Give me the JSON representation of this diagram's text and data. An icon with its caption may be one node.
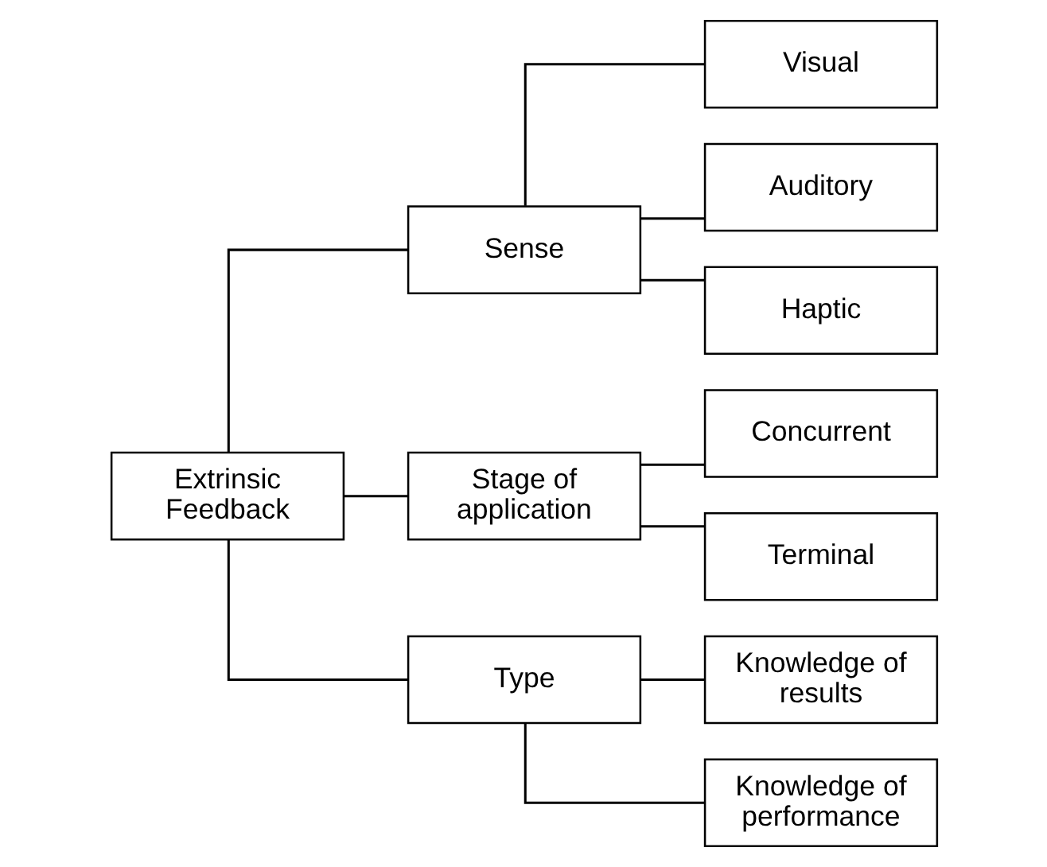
{
  "diagram": {
    "nodes": [
      {
        "text": [
          "Extrinsic Feedback"
        ]
      },
      {
        "text": [
          "Sense"
        ]
      },
      {
        "text": [
          "Visual"
        ]
      },
      {
        "text": [
          "Auditory"
        ]
      },
      {
        "text": [
          "Haptic"
        ]
      },
      {
        "text": [
          "Stage of application"
        ]
      },
      {
        "text": [
          "Concurrent"
        ]
      },
      {
        "text": [
          "Terminal"
        ]
      },
      {
        "text": [
          "Type"
        ]
      },
      {
        "text": [
          "Knowledge of results"
        ]
      },
      {
        "text": [
          "Knowledge of performance"
        ]
      }
    ],
    "edges": [
      {
        "from": 0,
        "to": 1,
        "arrow": "none"
      },
      {
        "from": 0,
        "to": 5,
        "arrow": "none"
      },
      {
        "from": 0,
        "to": 8,
        "arrow": "none"
      },
      {
        "from": 1,
        "to": 2,
        "arrow": "none"
      },
      {
        "from": 1,
        "to": 3,
        "arrow": "none"
      },
      {
        "from": 1,
        "to": 4,
        "arrow": "none"
      },
      {
        "from": 5,
        "to": 6,
        "arrow": "none"
      },
      {
        "from": 5,
        "to": 7,
        "arrow": "none"
      },
      {
        "from": 8,
        "to": 9,
        "arrow": "none"
      },
      {
        "from": 8,
        "to": 10,
        "arrow": "none"
      }
    ]
  }
}
